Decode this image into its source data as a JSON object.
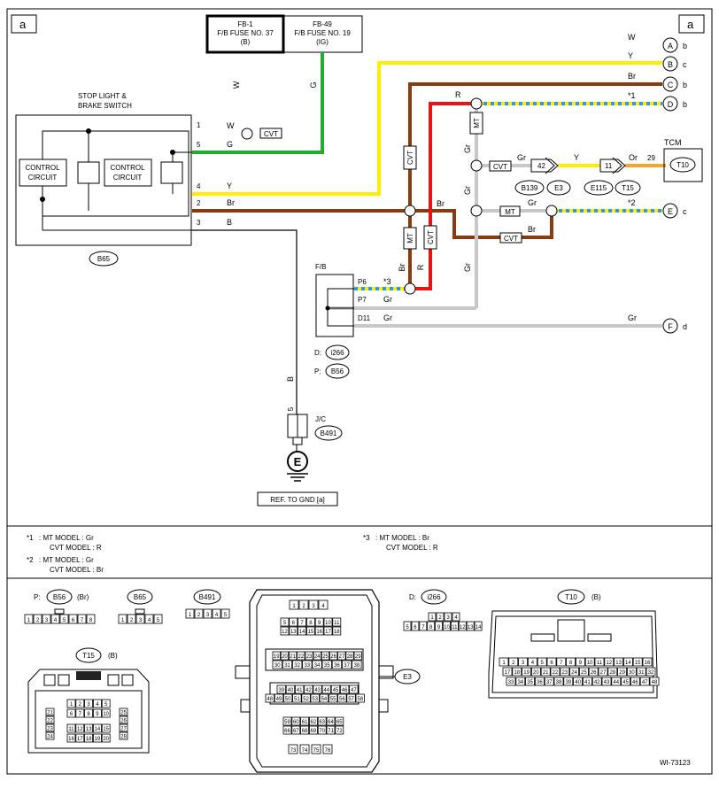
{
  "corner_labels": [
    "a",
    "a"
  ],
  "fuses": [
    {
      "id": "FB-1",
      "name": "F/B FUSE NO. 37",
      "sub": "(B)"
    },
    {
      "id": "FB-49",
      "name": "F/B FUSE NO. 19",
      "sub": "(IG)"
    }
  ],
  "fuse_wire_colors": [
    "W",
    "G"
  ],
  "switch": {
    "title_line1": "STOP LIGHT &",
    "title_line2": "BRAKE SWITCH",
    "control_circuit": [
      "CONTROL",
      "CIRCUIT"
    ],
    "pins": [
      "1",
      "5",
      "4",
      "2",
      "3"
    ],
    "wires": [
      "W",
      "G",
      "Y",
      "Br",
      "B"
    ],
    "connector": "B65"
  },
  "option_tags": {
    "cvt": "CVT",
    "mt": "MT"
  },
  "wire_labels": {
    "R": "R",
    "Br": "Br",
    "Gr": "Gr",
    "Y": "Y",
    "Or": "Or",
    "B": "B",
    "star1": "*1",
    "star2": "*2",
    "star3": "*3"
  },
  "terminals": [
    {
      "letter": "A",
      "page": "b",
      "wire": "W"
    },
    {
      "letter": "B",
      "page": "c",
      "wire": "Y"
    },
    {
      "letter": "C",
      "page": "b",
      "wire": "Br"
    },
    {
      "letter": "D",
      "page": "b",
      "wire": "*1"
    },
    {
      "letter": "E",
      "page": "c",
      "wire": "*2"
    },
    {
      "letter": "F",
      "page": "d",
      "wire": "Gr"
    }
  ],
  "tcm": {
    "label": "TCM",
    "connector": "T10",
    "pin": "29"
  },
  "inline_connectors": [
    {
      "pin": "42",
      "codes": [
        "B139",
        "E3"
      ]
    },
    {
      "pin": "11",
      "codes": [
        "E115",
        "T15"
      ]
    }
  ],
  "fb": {
    "label": "F/B",
    "pins": [
      "P6",
      "P7",
      "D11"
    ],
    "wires": [
      "*3",
      "Gr",
      "Gr"
    ],
    "conn_d_prefix": "D:",
    "conn_d": "i266",
    "conn_p_prefix": "P:",
    "conn_p": "B56"
  },
  "ground": {
    "pin": "5",
    "jc_label": "J/C",
    "jc_connector": "B491",
    "symbol": "E",
    "ref": "REF. TO GND [a]"
  },
  "notes": [
    {
      "mark": "*1",
      "lines": [
        ": MT MODEL  : Gr",
        "CVT MODEL  : R"
      ]
    },
    {
      "mark": "*2",
      "lines": [
        ": MT MODEL  : Gr",
        "CVT MODEL  : Br"
      ]
    },
    {
      "mark": "*3",
      "lines": [
        ": MT MODEL  : Br",
        "CVT MODEL  : R"
      ]
    }
  ],
  "connector_views": {
    "b56": {
      "prefix": "P:",
      "code": "B56",
      "suffix": "(Br)",
      "pins": [
        "1",
        "2",
        "3",
        "4",
        "5",
        "6",
        "7",
        "8"
      ]
    },
    "b65": {
      "code": "B65",
      "pins": [
        "1",
        "2",
        "3",
        "4",
        "5"
      ]
    },
    "b491": {
      "code": "B491",
      "pins": [
        "1",
        "2",
        "3",
        "4",
        "5"
      ]
    },
    "i266": {
      "prefix": "D:",
      "code": "i266",
      "pins": [
        "1",
        "2",
        "3",
        "4",
        "5",
        "6",
        "7",
        "8",
        "9",
        "10",
        "11",
        "12",
        "13",
        "14"
      ]
    },
    "t10": {
      "code": "T10",
      "suffix": "(B)",
      "row1": [
        "1",
        "2",
        "3",
        "4",
        "5",
        "6",
        "7",
        "8",
        "9",
        "10",
        "11",
        "12",
        "13",
        "14",
        "15",
        "16"
      ],
      "row2": [
        "17",
        "18",
        "19",
        "20",
        "21",
        "22",
        "23",
        "24",
        "25",
        "26",
        "27",
        "28",
        "29",
        "30",
        "31",
        "32"
      ],
      "row3": [
        "33",
        "34",
        "35",
        "36",
        "37",
        "38",
        "39",
        "40",
        "41",
        "42",
        "43",
        "44",
        "45",
        "46",
        "47",
        "48"
      ]
    },
    "t15": {
      "code": "T15",
      "suffix": "(B)",
      "row1": [
        "1",
        "2",
        "3",
        "4",
        "5"
      ],
      "row2": [
        "6",
        "7",
        "8",
        "9",
        "10"
      ],
      "row3": [
        "11",
        "12",
        "13",
        "14",
        "15"
      ],
      "row4": [
        "16",
        "17",
        "18",
        "19",
        "20"
      ],
      "side_left": [
        "21",
        "22",
        "23",
        "24"
      ],
      "side_right": [
        "25",
        "26",
        "27",
        "28"
      ]
    },
    "e3": {
      "code": "E3",
      "r1": [
        "1",
        "2",
        "3",
        "4"
      ],
      "r2": [
        "5",
        "6",
        "7",
        "8",
        "9",
        "10",
        "11"
      ],
      "r3": [
        "12",
        "13",
        "14",
        "15",
        "16",
        "17",
        "18"
      ],
      "r4": [
        "19",
        "20",
        "21",
        "22",
        "23",
        "24",
        "25",
        "26",
        "27",
        "28",
        "29"
      ],
      "r5": [
        "30",
        "31",
        "32",
        "33",
        "34",
        "35",
        "36",
        "37",
        "38"
      ],
      "r6": [
        "39",
        "40",
        "41",
        "42",
        "43",
        "44",
        "45",
        "46",
        "47"
      ],
      "r7": [
        "48",
        "49",
        "50",
        "51",
        "52",
        "53",
        "54",
        "55",
        "56",
        "57",
        "58"
      ],
      "r8": [
        "59",
        "60",
        "61",
        "62",
        "63",
        "64",
        "65"
      ],
      "r9": [
        "66",
        "67",
        "68",
        "69",
        "70",
        "71",
        "72"
      ],
      "r10": [
        "73",
        "74",
        "75",
        "76"
      ]
    }
  },
  "figure_id": "WI-73123",
  "colors": {
    "yellow": "#FFEE00",
    "brown": "#8B3A10",
    "red": "#EE1111",
    "green": "#22AA33",
    "gray": "#C8C8C8",
    "orange": "#F5A623",
    "blue": "#3399DD"
  }
}
